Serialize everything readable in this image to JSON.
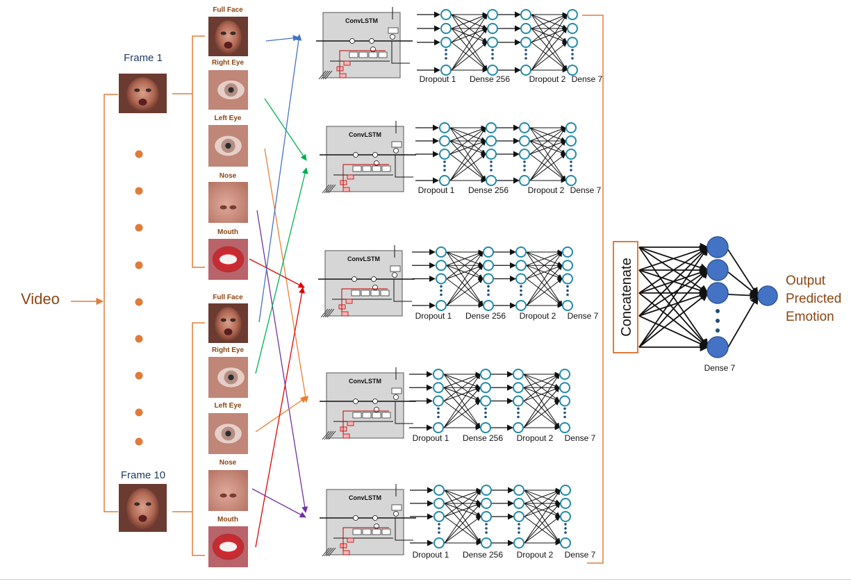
{
  "video_label": "Video",
  "frames": [
    {
      "label": "Frame 1"
    },
    {
      "label": "Frame 10"
    }
  ],
  "crop_labels": [
    "Full Face",
    "Right Eye",
    "Left Eye",
    "Nose",
    "Mouth"
  ],
  "convlstm_label": "ConvLSTM",
  "layer_labels": [
    "Dropout 1",
    "Dense 256",
    "Dropout 2",
    "Dense 7"
  ],
  "concatenate_label": "Concatenate",
  "final_dense_label": "Dense 7",
  "output_label_lines": [
    "Output",
    "Predicted",
    "Emotion"
  ],
  "colors": {
    "bracket": "#e07b39",
    "dots": "#e07b39",
    "text_brown": "#8b4513",
    "frame_label": "#1f3b63",
    "net_node_stroke": "#1f8aa8",
    "final_node_fill": "#4472c4",
    "final_node_stroke": "#2f5597",
    "arrow_full_face": "#4472c4",
    "arrow_right_eye": "#00b050",
    "arrow_left_eye": "#ed7d31",
    "arrow_nose": "#7030a0",
    "arrow_mouth": "#e00000"
  }
}
